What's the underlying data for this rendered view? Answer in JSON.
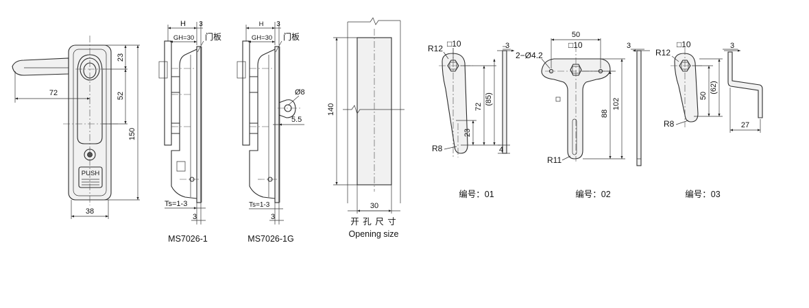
{
  "lock_front": {
    "dim_72": "72",
    "dim_23": "23",
    "dim_52": "52",
    "dim_150": "150",
    "dim_38": "38",
    "push_label": "PUSH"
  },
  "side_1": {
    "dim_h": "H",
    "dim_3": "3",
    "gh": "GH=30",
    "door_panel": "门板",
    "ts": "Ts=1-3",
    "dim_3b": "3",
    "caption": "MS7026-1"
  },
  "side_1g": {
    "dim_h": "H",
    "dim_3": "3",
    "gh": "GH=30",
    "door_panel": "门板",
    "ts": "Ts=1-3",
    "dim_3b": "3",
    "dim_phi8": "Ø8",
    "dim_5_5": "5.5",
    "caption": "MS7026-1G"
  },
  "opening": {
    "dim_140": "140",
    "dim_30": "30",
    "caption_cn": "开 孔 尺 寸",
    "caption_en": "Opening size"
  },
  "cam_01": {
    "r12": "R12",
    "sq10": "□10",
    "dim_72": "72",
    "dim_85": "(85)",
    "dim_23": "23",
    "r8": "R8",
    "dim_3": "3",
    "dim_4": "4",
    "caption": "编号：01"
  },
  "cam_02": {
    "dim_50": "50",
    "sq10": "□10",
    "holes": "2−Ø4.2",
    "dim_3": "3",
    "dim_88": "88",
    "dim_102": "102",
    "r11": "R11",
    "caption": "编号：02"
  },
  "cam_03": {
    "r12": "R12",
    "sq10": "□10",
    "dim_3": "3",
    "dim_50": "50",
    "dim_62": "(62)",
    "r8": "R8",
    "dim_27": "27",
    "caption": "编号：03"
  }
}
